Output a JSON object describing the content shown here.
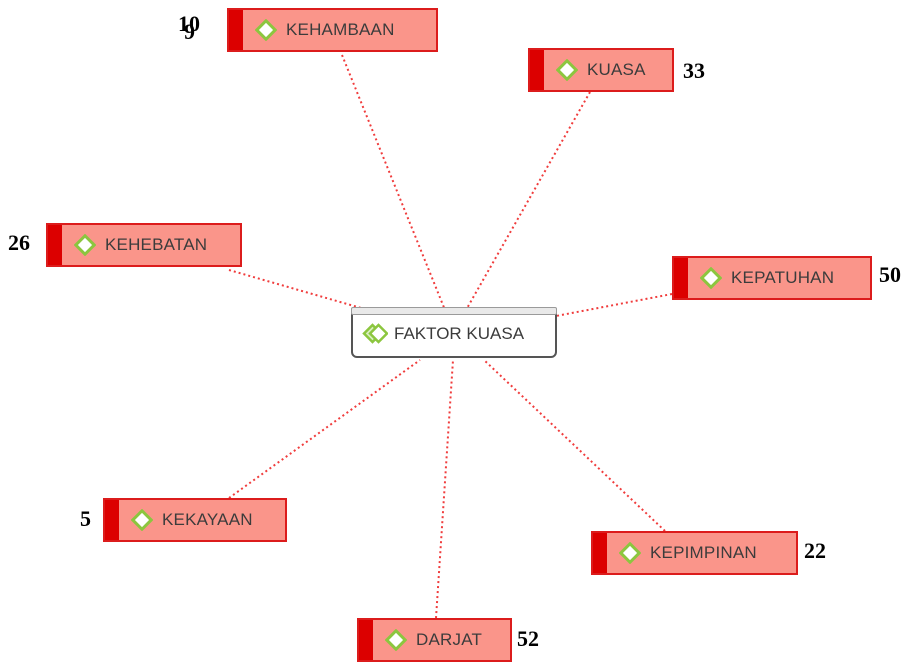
{
  "diagram": {
    "center": {
      "label": "FAKTOR KUASA",
      "icon": "double-diamond-icon"
    },
    "nodes": [
      {
        "id": "kehambaan",
        "label": "KEHAMBAAN",
        "count_a": "10",
        "count_b": "9",
        "icon": "diamond-icon"
      },
      {
        "id": "kuasa",
        "label": "KUASA",
        "count": "33",
        "icon": "diamond-icon"
      },
      {
        "id": "kehebatan",
        "label": "KEHEBATAN",
        "count": "26",
        "icon": "diamond-icon"
      },
      {
        "id": "kepatuhan",
        "label": "KEPATUHAN",
        "count": "50",
        "icon": "diamond-icon"
      },
      {
        "id": "kekayaan",
        "label": "KEKAYAAN",
        "count": "5",
        "icon": "diamond-icon"
      },
      {
        "id": "kepimpinan",
        "label": "KEPIMPINAN",
        "count": "22",
        "icon": "diamond-icon"
      },
      {
        "id": "darjat",
        "label": "DARJAT",
        "count": "52",
        "icon": "diamond-icon"
      }
    ]
  },
  "colors": {
    "node_fill": "#fa958a",
    "node_border": "#dc1c1c",
    "node_bar": "#dc0000",
    "link": "#f03c3c",
    "icon_green": "#8cc63f"
  }
}
